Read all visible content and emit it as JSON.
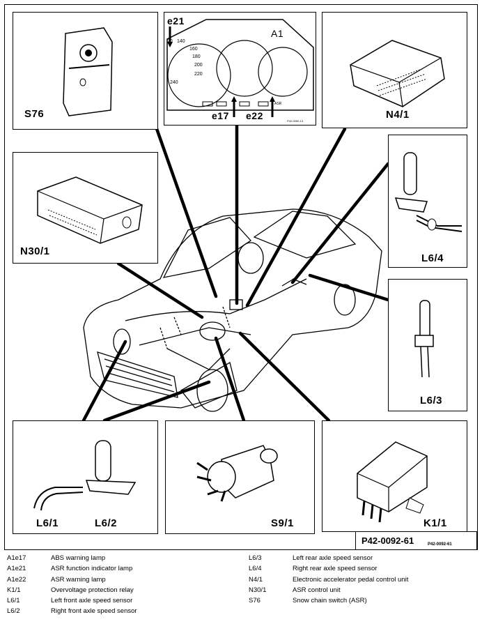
{
  "diagram": {
    "labels": {
      "s76": "S76",
      "a1": "A1",
      "e21": "e21",
      "e17": "e17",
      "e22": "e22",
      "n4_1": "N4/1",
      "n30_1": "N30/1",
      "l6_4": "L6/4",
      "l6_3": "L6/3",
      "l6_1": "L6/1",
      "l6_2": "L6/2",
      "s9_1": "S9/1",
      "k1_1": "K1/1"
    },
    "cluster_text": {
      "speed_ticks": [
        "20",
        "140",
        "160",
        "180",
        "200",
        "220",
        "240"
      ],
      "asr_mark": "ASR",
      "small_code": "P42-0050-13"
    },
    "figure_code": "P42-0092-61",
    "figure_code_small": "P42-0092-61"
  },
  "legend": {
    "left": [
      {
        "code": "A1e17",
        "desc": "ABS warning lamp"
      },
      {
        "code": "A1e21",
        "desc": "ASR function indicator lamp"
      },
      {
        "code": "A1e22",
        "desc": "ASR warning lamp"
      },
      {
        "code": "K1/1",
        "desc": "Overvoltage protection relay"
      },
      {
        "code": "L6/1",
        "desc": "Left front axle speed sensor"
      },
      {
        "code": "L6/2",
        "desc": "Right front axle speed sensor"
      }
    ],
    "right": [
      {
        "code": "L6/3",
        "desc": "Left rear axle speed sensor"
      },
      {
        "code": "L6/4",
        "desc": "Right rear axle speed sensor"
      },
      {
        "code": "N4/1",
        "desc": "Electronic accelerator pedal control unit"
      },
      {
        "code": "N30/1",
        "desc": "ASR control unit"
      },
      {
        "code": "S76",
        "desc": "Snow chain switch (ASR)"
      }
    ]
  }
}
